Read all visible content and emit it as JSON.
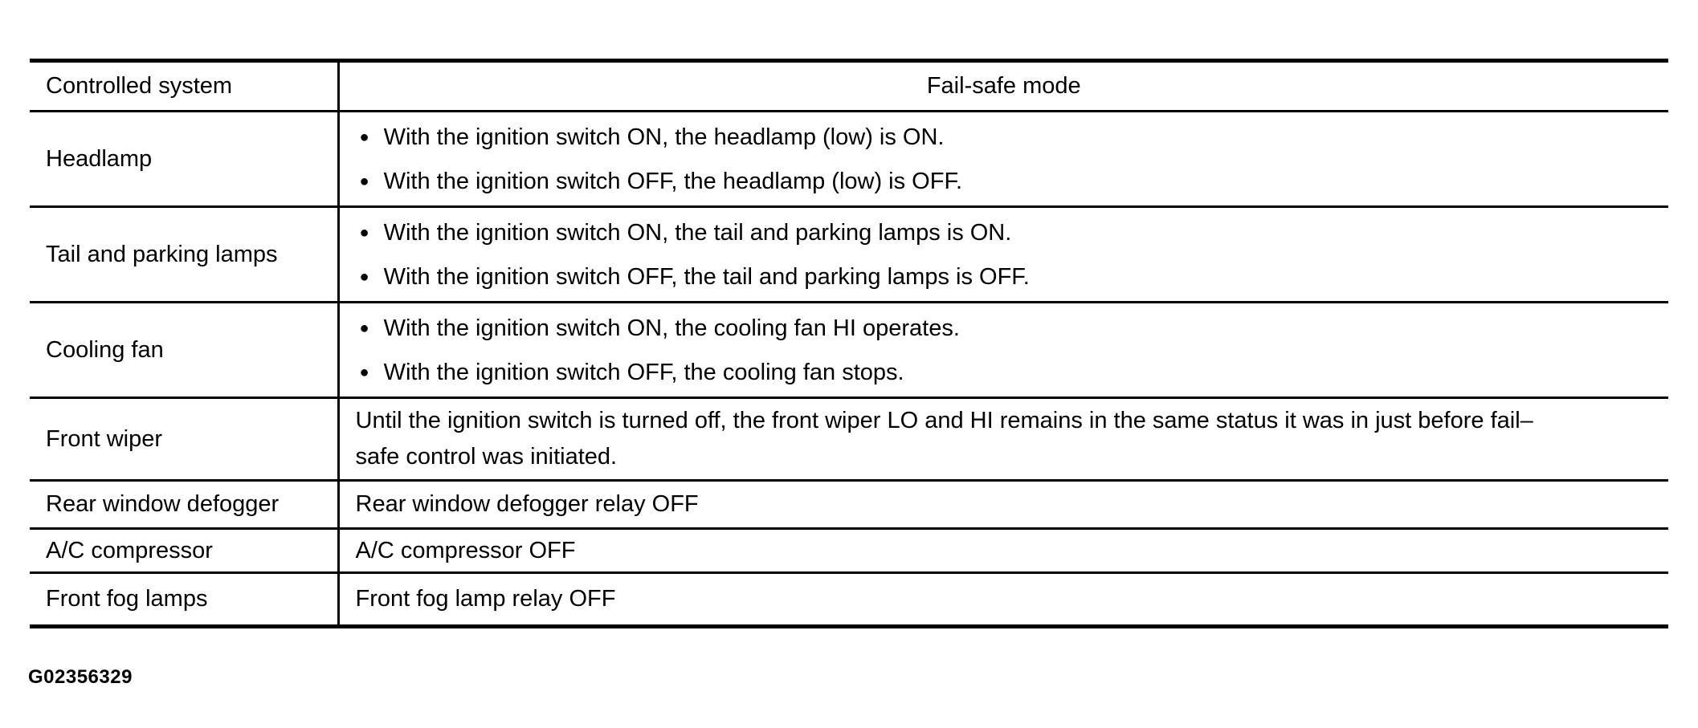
{
  "ui": {
    "bullet_glyph": "●"
  },
  "colors": {
    "text": "#000000",
    "background": "#ffffff",
    "border": "#000000"
  },
  "figure_id": "G02356329",
  "table": {
    "headers": {
      "col1": "Controlled system",
      "col2": "Fail-safe mode"
    },
    "rows": [
      {
        "system": "Headlamp",
        "bullets": [
          "With the ignition switch ON, the headlamp (low) is ON.",
          "With the ignition switch OFF, the headlamp (low) is OFF."
        ]
      },
      {
        "system": "Tail and parking lamps",
        "bullets": [
          "With the ignition switch ON, the tail and parking lamps is ON.",
          "With the ignition switch OFF, the tail and parking lamps is OFF."
        ]
      },
      {
        "system": "Cooling fan",
        "bullets": [
          "With the ignition switch ON, the cooling fan HI operates.",
          "With the ignition switch OFF, the cooling fan stops."
        ]
      },
      {
        "system": "Front wiper",
        "text": "Until the ignition switch is turned off, the front wiper LO and HI remains in the same status it was in just before fail–safe control was initiated."
      },
      {
        "system": "Rear window defogger",
        "text": "Rear window defogger relay OFF"
      },
      {
        "system": "A/C compressor",
        "text": "A/C compressor OFF"
      },
      {
        "system": "Front fog lamps",
        "text": "Front fog lamp relay OFF"
      }
    ]
  }
}
